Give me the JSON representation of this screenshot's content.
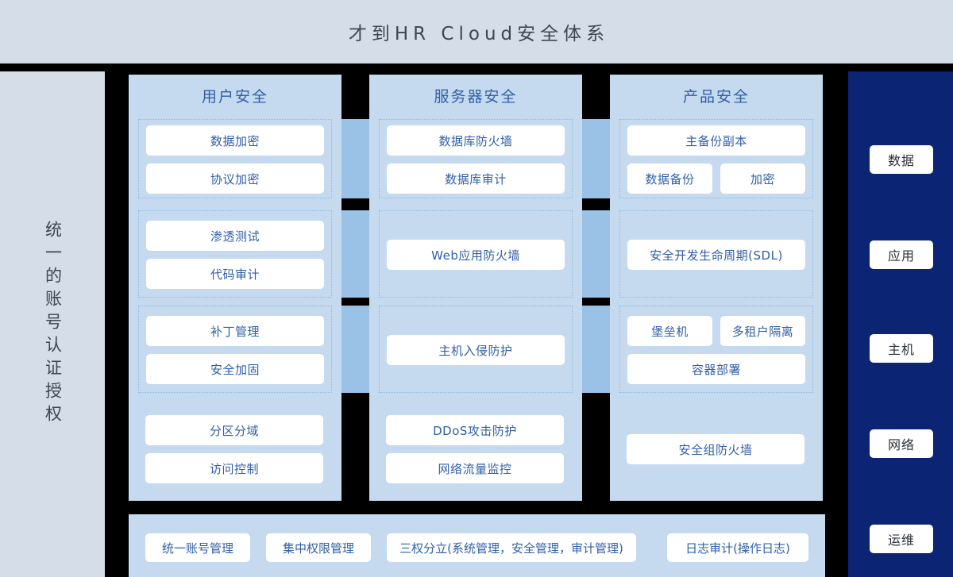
{
  "header": {
    "title": "才到HR Cloud安全体系"
  },
  "left_panel": {
    "label": "统一的账号认证授权"
  },
  "right_panel": {
    "pills": [
      {
        "label": "数据"
      },
      {
        "label": "应用"
      },
      {
        "label": "主机"
      },
      {
        "label": "网络"
      },
      {
        "label": "运维"
      }
    ]
  },
  "columns": [
    {
      "header": "用户安全",
      "groups": [
        {
          "dotted": true,
          "rows": [
            {
              "items": [
                {
                  "label": "数据加密"
                }
              ]
            },
            {
              "items": [
                {
                  "label": "协议加密"
                }
              ]
            }
          ]
        },
        {
          "dotted": true,
          "rows": [
            {
              "items": [
                {
                  "label": "渗透测试"
                }
              ]
            },
            {
              "items": [
                {
                  "label": "代码审计"
                }
              ]
            }
          ]
        },
        {
          "dotted": true,
          "rows": [
            {
              "items": [
                {
                  "label": "补丁管理"
                }
              ]
            },
            {
              "items": [
                {
                  "label": "安全加固"
                }
              ]
            }
          ]
        },
        {
          "dotted": false,
          "rows": [
            {
              "items": [
                {
                  "label": "分区分域"
                }
              ]
            },
            {
              "items": [
                {
                  "label": "访问控制"
                }
              ]
            }
          ]
        }
      ]
    },
    {
      "header": "服务器安全",
      "groups": [
        {
          "dotted": true,
          "rows": [
            {
              "items": [
                {
                  "label": "数据库防火墙"
                }
              ]
            },
            {
              "items": [
                {
                  "label": "数据库审计"
                }
              ]
            }
          ]
        },
        {
          "dotted": true,
          "rows": [
            {
              "items": [
                {
                  "label": "Web应用防火墙"
                }
              ]
            }
          ]
        },
        {
          "dotted": true,
          "rows": [
            {
              "items": [
                {
                  "label": "主机入侵防护"
                }
              ]
            }
          ]
        },
        {
          "dotted": false,
          "rows": [
            {
              "items": [
                {
                  "label": "DDoS攻击防护"
                }
              ]
            },
            {
              "items": [
                {
                  "label": "网络流量监控"
                }
              ]
            }
          ]
        }
      ]
    },
    {
      "header": "产品安全",
      "groups": [
        {
          "dotted": true,
          "rows": [
            {
              "items": [
                {
                  "label": "主备份副本"
                }
              ]
            },
            {
              "items": [
                {
                  "label": "数据备份"
                },
                {
                  "label": "加密"
                }
              ]
            }
          ]
        },
        {
          "dotted": true,
          "rows": [
            {
              "items": [
                {
                  "label": "安全开发生命周期(SDL)"
                }
              ]
            }
          ]
        },
        {
          "dotted": true,
          "rows": [
            {
              "items": [
                {
                  "label": "堡垒机"
                },
                {
                  "label": "多租户隔离"
                }
              ]
            },
            {
              "items": [
                {
                  "label": "容器部署"
                }
              ]
            }
          ]
        },
        {
          "dotted": false,
          "rows": [
            {
              "items": [
                {
                  "label": "安全组防火墙"
                }
              ]
            }
          ]
        }
      ]
    }
  ],
  "bottom_strip": {
    "items": [
      {
        "label": "统一账号管理"
      },
      {
        "label": "集中权限管理"
      },
      {
        "label": "三权分立(系统管理，安全管理，审计管理)"
      },
      {
        "label": "日志审计(操作日志)"
      }
    ]
  },
  "colors": {
    "page_background": "#000000",
    "title_background": "#d4dde8",
    "title_text": "#3f4652",
    "panel_background": "#c5daef",
    "connector": "#99c2e6",
    "navy": "#0b2474",
    "box_text": "#2f5fa8",
    "box_background": "#ffffff",
    "dotted_border": "#8fb9dd"
  }
}
